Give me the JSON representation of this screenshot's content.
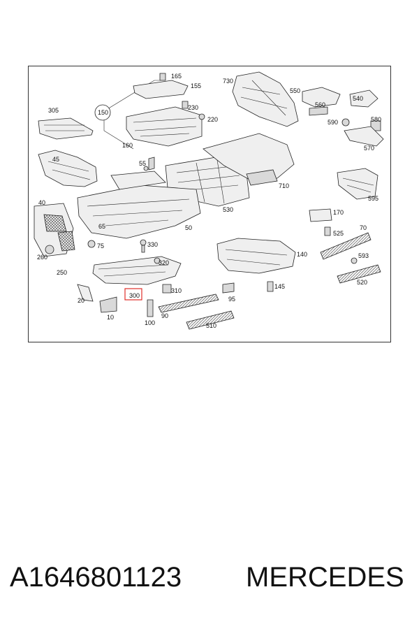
{
  "diagram": {
    "highlight_color": "#e0302a",
    "labels": {
      "l165": "165",
      "l155": "155",
      "l150": "150",
      "l230": "230",
      "l220": "220",
      "l160": "160",
      "l305": "305",
      "l730": "730",
      "l550": "550",
      "l540": "540",
      "l560": "560",
      "l590": "590",
      "l580": "580",
      "l570": "570",
      "l45": "45",
      "l55": "55",
      "l710": "710",
      "l530": "530",
      "l595": "595",
      "l40": "40",
      "l65": "65",
      "l50": "50",
      "l170": "170",
      "l525": "525",
      "l70": "70",
      "l260": "260",
      "l75": "75",
      "l330": "330",
      "l140": "140",
      "l593": "593",
      "l250": "250",
      "l320": "320",
      "l520": "520",
      "l300": "300",
      "l310": "310",
      "l145": "145",
      "l20": "20",
      "l95": "95",
      "l10": "10",
      "l100": "100",
      "l90": "90",
      "l510": "510"
    }
  },
  "footer": {
    "part_number": "A1646801123",
    "brand": "MERCEDES"
  }
}
